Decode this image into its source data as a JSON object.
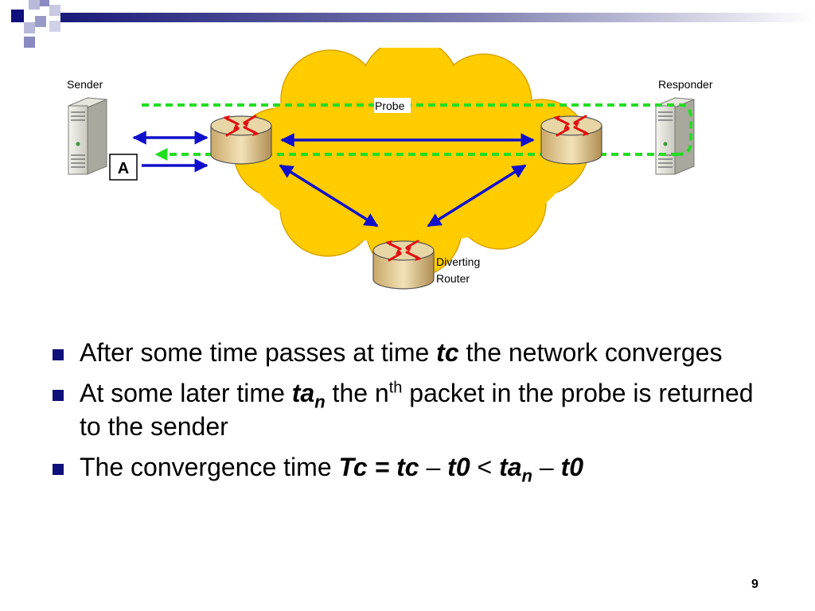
{
  "diagram": {
    "sender_label": "Sender",
    "responder_label": "Responder",
    "probe_label": "Probe",
    "box_label": "A",
    "diverting_label_line1": "Diverting",
    "diverting_label_line2": "Router"
  },
  "bullets": {
    "b1": {
      "pre": "After some time passes at time ",
      "em": "tc",
      "post": " the network converges"
    },
    "b2": {
      "pre": "At some later time ",
      "em": "ta",
      "em_sub": "n",
      "mid": " the n",
      "sup": "th",
      "post": " packet in the probe is returned to the sender"
    },
    "b3": {
      "pre": "The convergence time ",
      "t1": "Tc = tc",
      "op1": " – ",
      "t2": "t0",
      "op2": " < ",
      "t3": "ta",
      "t3_sub": "n",
      "op3": " – ",
      "t4": "t0"
    }
  },
  "page_number": "9",
  "colors": {
    "cloud": "#ffcc00",
    "dashed_path": "#22dd22",
    "arrow": "#1010cc",
    "bullet": "#10107a"
  }
}
